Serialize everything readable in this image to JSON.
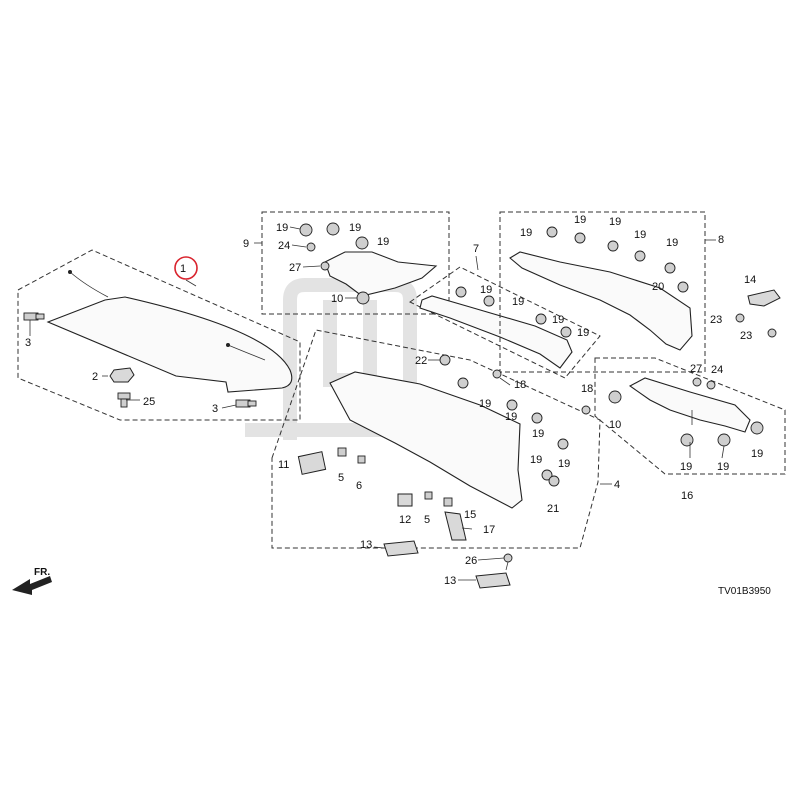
{
  "diagram_code": "TV01B3950",
  "front_marker": "FR.",
  "highlight_color": "#d9232d",
  "callouts": {
    "n1": "1",
    "n2": "2",
    "n3a": "3",
    "n3b": "3",
    "n4": "4",
    "n5a": "5",
    "n5b": "5",
    "n6": "6",
    "n7": "7",
    "n8": "8",
    "n9": "9",
    "n10a": "10",
    "n10b": "10",
    "n11": "11",
    "n12": "12",
    "n13a": "13",
    "n13b": "13",
    "n14": "14",
    "n15": "15",
    "n16": "16",
    "n17": "17",
    "n18a": "18",
    "n18b": "18",
    "n19_9a": "19",
    "n19_9b": "19",
    "n19_9c": "19",
    "n19_7a": "19",
    "n19_7b": "19",
    "n19_7c": "19",
    "n19_7d": "19",
    "n19_8a": "19",
    "n19_8b": "19",
    "n19_8c": "19",
    "n19_8d": "19",
    "n19_8e": "19",
    "n19_4a": "19",
    "n19_4b": "19",
    "n19_4c": "19",
    "n19_4d": "19",
    "n19_4e": "19",
    "n19_16a": "19",
    "n19_16b": "19",
    "n19_16c": "19",
    "n20": "20",
    "n21": "21",
    "n22": "22",
    "n23a": "23",
    "n23b": "23",
    "n24a": "24",
    "n24b": "24",
    "n25": "25",
    "n26": "26",
    "n27a": "27",
    "n27b": "27"
  }
}
